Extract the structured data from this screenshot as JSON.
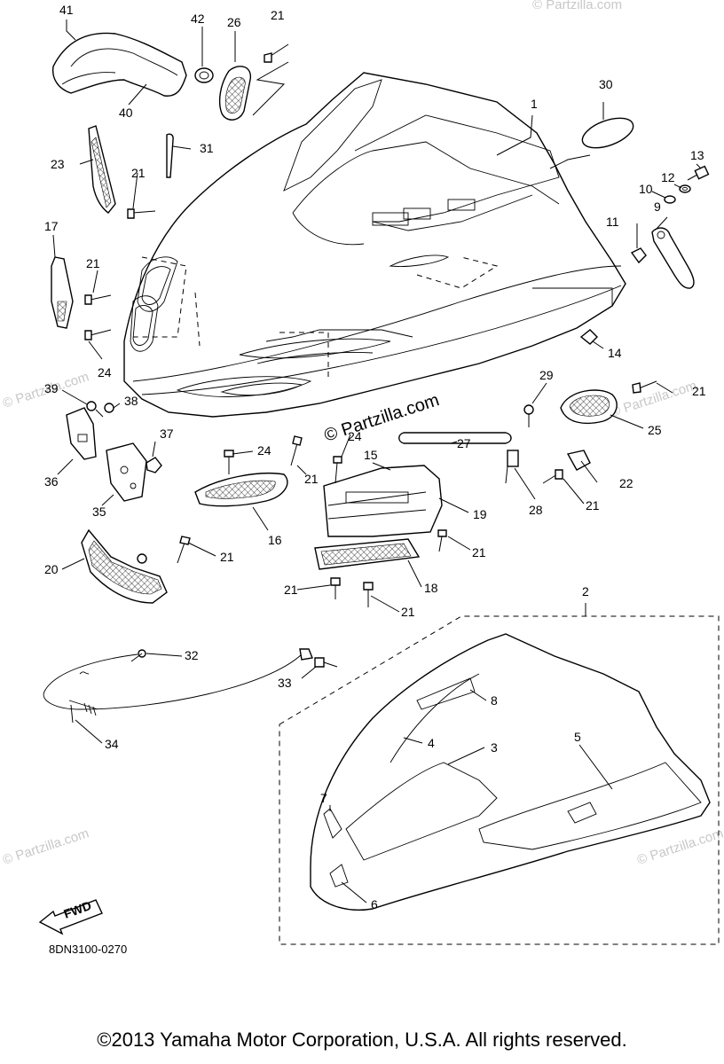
{
  "diagram": {
    "diagram_code": "8DN3100-0270",
    "fwd_label": "FWD",
    "callouts": {
      "c1": "1",
      "c2": "2",
      "c3": "3",
      "c4": "4",
      "c5": "5",
      "c6": "6",
      "c7": "7",
      "c8": "8",
      "c9": "9",
      "c10": "10",
      "c11": "11",
      "c12": "12",
      "c13": "13",
      "c14": "14",
      "c15": "15",
      "c16": "16",
      "c17": "17",
      "c18": "18",
      "c19": "19",
      "c20": "20",
      "c21": "21",
      "c22": "22",
      "c23": "23",
      "c24": "24",
      "c25": "25",
      "c26": "26",
      "c27": "27",
      "c28": "28",
      "c29": "29",
      "c30": "30",
      "c31": "31",
      "c32": "32",
      "c33": "33",
      "c34": "34",
      "c35": "35",
      "c36": "36",
      "c37": "37",
      "c38": "38",
      "c39": "39",
      "c40": "40",
      "c41": "41",
      "c42": "42"
    },
    "watermark_main": "© Partzilla.com",
    "watermark_faint": "© Partzilla.com"
  },
  "footer": {
    "copyright": "©2013 Yamaha Motor Corporation, U.S.A. All rights reserved."
  }
}
